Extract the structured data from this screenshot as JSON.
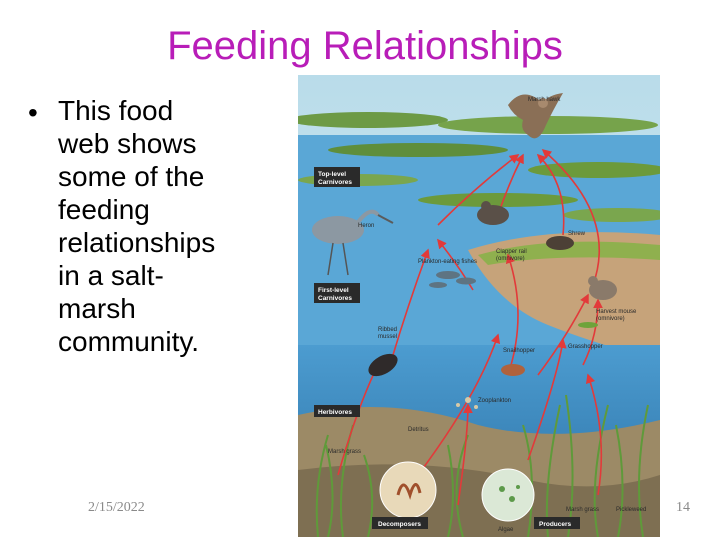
{
  "slide": {
    "title": "Feeding Relationships",
    "bullet": "This food web shows some of the feeding relationships in a salt-marsh community.",
    "bullet_lines": [
      "This food",
      "web shows",
      "some of the",
      "feeding",
      "relationships",
      "in a salt-",
      "marsh",
      "community."
    ],
    "date": "2/15/2022",
    "page_number": "14"
  },
  "diagram": {
    "levels": {
      "top": [
        "Top-level",
        "Carnivores"
      ],
      "first": [
        "First-level",
        "Carnivores"
      ],
      "herbivores": "Herbivores",
      "decomposers": "Decomposers",
      "producers": "Producers"
    },
    "organisms": {
      "marsh_hawk": "Marsh hawk",
      "heron": "Heron",
      "shrew": "Shrew",
      "clapper_rail": [
        "Clapper rail",
        "(omnivore)"
      ],
      "plankton_fishes": "Plankton-eating fishes",
      "harvest_mouse": [
        "Harvest mouse",
        "(omnivore)"
      ],
      "ribbed_mussel": [
        "Ribbed",
        "mussel"
      ],
      "snailhopper": "Snailhopper",
      "grasshopper": "Grasshopper",
      "zooplankton": "Zooplankton",
      "detritus": "Detritus",
      "marsh_grass_left": "Marsh grass",
      "marsh_grass_right": "Marsh grass",
      "pickleweed": "Pickleweed",
      "algae": "Algae"
    },
    "colors": {
      "arrow": "#e23a3a",
      "sky": "#c9e3ee",
      "water": "#3f8fc6",
      "deep_water": "#2d78ad",
      "mud": "#c6a37a",
      "grass": "#6c9a3c",
      "label_box": "#2a2a2a",
      "title": "#b81db8"
    }
  }
}
